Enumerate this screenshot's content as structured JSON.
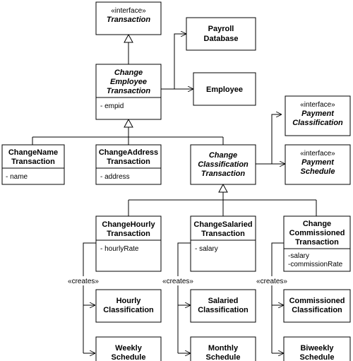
{
  "diagram": {
    "classes": {
      "transaction": {
        "stereotype": "«interface»",
        "lines": [
          "Transaction"
        ]
      },
      "payroll_database": {
        "lines": [
          "Payroll",
          "Database"
        ]
      },
      "change_employee": {
        "lines": [
          "Change",
          "Employee",
          "Transaction"
        ],
        "attributes": [
          "- empid"
        ]
      },
      "employee": {
        "lines": [
          "Employee"
        ]
      },
      "payment_classification": {
        "stereotype": "«interface»",
        "lines": [
          "Payment",
          "Classification"
        ]
      },
      "payment_schedule": {
        "stereotype": "«interface»",
        "lines": [
          "Payment",
          "Schedule"
        ]
      },
      "change_name": {
        "lines": [
          "ChangeName",
          "Transaction"
        ],
        "attributes": [
          "- name"
        ]
      },
      "change_address": {
        "lines": [
          "ChangeAddress",
          "Transaction"
        ],
        "attributes": [
          "- address"
        ]
      },
      "change_classification": {
        "lines": [
          "Change",
          "Classification",
          "Transaction"
        ]
      },
      "change_hourly": {
        "lines": [
          "ChangeHourly",
          "Transaction"
        ],
        "attributes": [
          "- hourlyRate"
        ]
      },
      "change_salaried": {
        "lines": [
          "ChangeSalaried",
          "Transaction"
        ],
        "attributes": [
          "- salary"
        ]
      },
      "change_commissioned": {
        "lines": [
          "Change",
          "Commissioned",
          "Transaction"
        ],
        "attributes": [
          "-salary",
          "-commissionRate"
        ]
      },
      "hourly_classification": {
        "lines": [
          "Hourly",
          "Classification"
        ]
      },
      "weekly_schedule": {
        "lines": [
          "Weekly",
          "Schedule"
        ]
      },
      "salaried_classification": {
        "lines": [
          "Salaried",
          "Classification"
        ]
      },
      "monthly_schedule": {
        "lines": [
          "Monthly",
          "Schedule"
        ]
      },
      "commissioned_classification": {
        "lines": [
          "Commissioned",
          "Classification"
        ]
      },
      "biweekly_schedule": {
        "lines": [
          "Biweekly",
          "Schedule"
        ]
      }
    },
    "labels": {
      "creates_hourly": "«creates»",
      "creates_salaried": "«creates»",
      "creates_commissioned": "«creates»"
    }
  }
}
